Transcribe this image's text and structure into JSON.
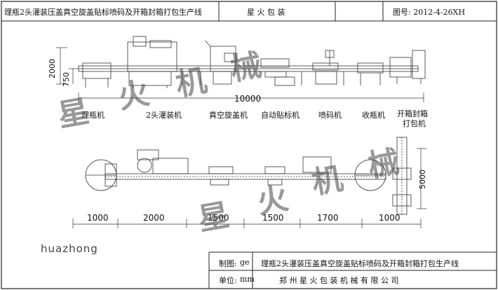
{
  "header": {
    "title": "理瓶2头灌装压盖真空旋盖贴标喷码及开箱封箱打包生产线",
    "company_short": "星   火   包   装",
    "drawing_no": "图号: 2012-4-26XH"
  },
  "side_view": {
    "total_length": "10000",
    "height_total": "2000",
    "height_base": "750"
  },
  "machines": [
    {
      "label": "理瓶机"
    },
    {
      "label": "2头灌装机"
    },
    {
      "label": "真空旋盖机"
    },
    {
      "label": "自动贴标机"
    },
    {
      "label": "喷码机"
    },
    {
      "label": "收瓶机"
    },
    {
      "label": "开箱封箱"
    },
    {
      "label": "打包机"
    }
  ],
  "top_view": {
    "dims": [
      "1000",
      "2000",
      "1500",
      "1500",
      "1700",
      "1000"
    ],
    "vertical_dim": "5000"
  },
  "watermark": {
    "chars": [
      "星",
      "火",
      "机",
      "械"
    ],
    "signature": "huazhong"
  },
  "title_block": {
    "drawer_label": "制图:",
    "drawer_value": "ge",
    "unit_label": "单位:",
    "unit_value": "mm",
    "line_title": "理瓶2头灌装压盖真空旋盖贴标喷码及开箱封箱打包生产线",
    "company": "郑  州  星  火  包  装  机  械  有  限  公  司"
  }
}
